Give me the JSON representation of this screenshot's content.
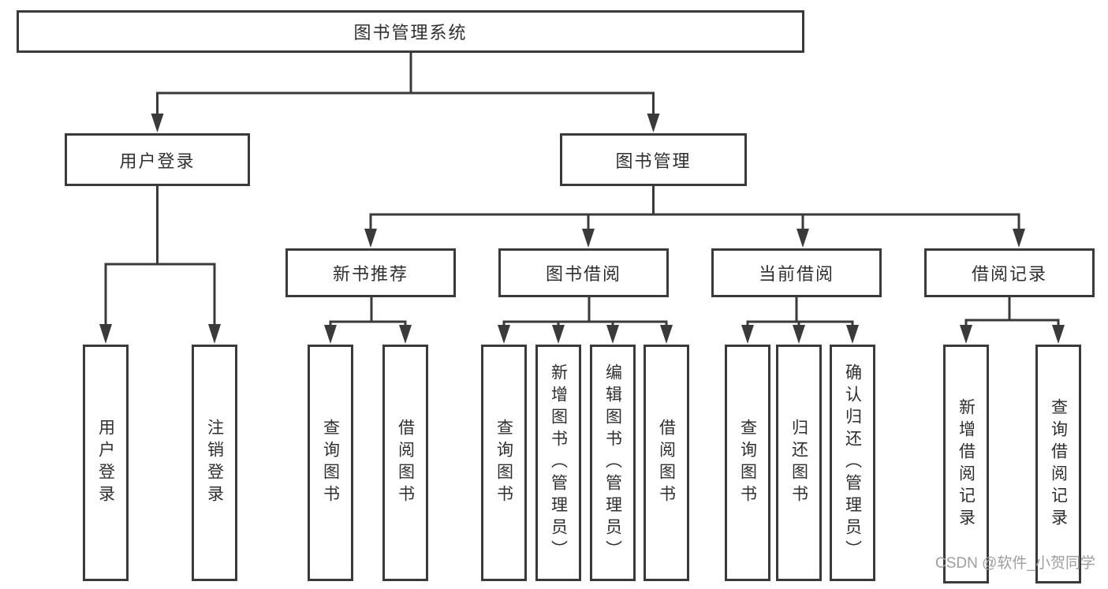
{
  "diagram": {
    "root": {
      "label": "图书管理系统"
    },
    "level2": [
      {
        "id": "user-login",
        "label": "用户登录"
      },
      {
        "id": "book-management",
        "label": "图书管理"
      }
    ],
    "level3": [
      {
        "id": "new-book-recommend",
        "label": "新书推荐"
      },
      {
        "id": "book-borrowing",
        "label": "图书借阅"
      },
      {
        "id": "current-borrowing",
        "label": "当前借阅"
      },
      {
        "id": "borrowing-records",
        "label": "借阅记录"
      }
    ],
    "leaves": {
      "user_login": [
        {
          "label": "用户登录"
        },
        {
          "label": "注销登录"
        }
      ],
      "new_book_recommend": [
        {
          "label": "查询图书"
        },
        {
          "label": "借阅图书"
        }
      ],
      "book_borrowing": [
        {
          "label": "查询图书"
        },
        {
          "label": "新增图书（管理员）"
        },
        {
          "label": "编辑图书（管理员）"
        },
        {
          "label": "借阅图书"
        }
      ],
      "current_borrowing": [
        {
          "label": "查询图书"
        },
        {
          "label": "归还图书"
        },
        {
          "label": "确认归还（管理员）"
        }
      ],
      "borrowing_records": [
        {
          "label": "新增借阅记录"
        },
        {
          "label": "查询借阅记录"
        }
      ]
    }
  },
  "watermark": {
    "text": "CSDN @软件_小贺同学"
  },
  "colors": {
    "line": "#3a3a3a",
    "text": "#2f2f2f",
    "background": "#ffffff",
    "watermark": "#9e9e9e"
  }
}
